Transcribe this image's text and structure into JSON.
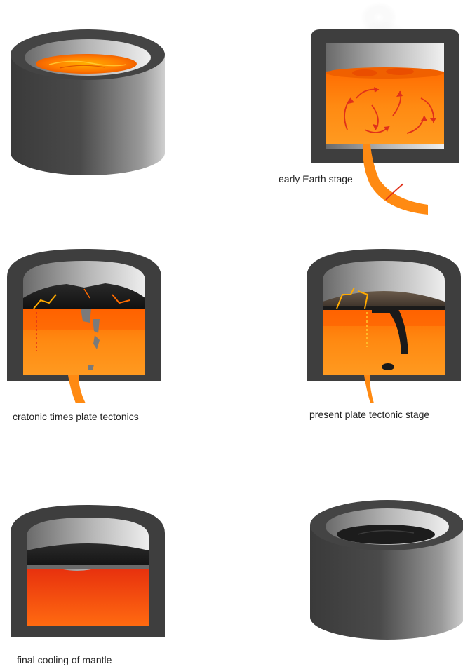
{
  "captions": {
    "early_earth": "early Earth stage",
    "cratonic": "cratonic times plate tectonics",
    "present": "present plate tectonic stage",
    "final": "final cooling of mantle"
  },
  "colors": {
    "shell": "#3e3e3e",
    "lava_orange": "#ff7a00",
    "lava_yellow": "#ffc400",
    "lava_red": "#e8320e",
    "crust_black": "#1a1a1a",
    "crust_brown": "#5a4a3e",
    "convection_arrow": "#e0301a"
  }
}
